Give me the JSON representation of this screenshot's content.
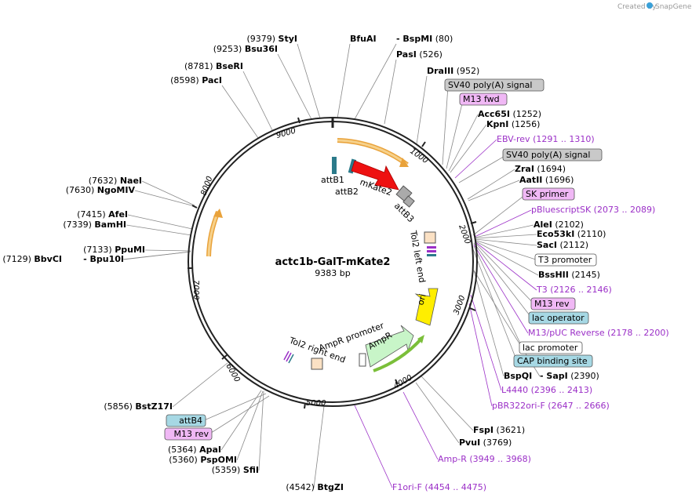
{
  "branding": {
    "created_by": "Created by",
    "app_name": "SnapGene"
  },
  "plasmid": {
    "name": "actc1b-GalT-mKate2",
    "length_label": "9383 bp"
  },
  "colors": {
    "ring": "#222222",
    "purple": "#9b2fc7",
    "mkate2": "#ee1111",
    "ori": "#ffee00",
    "ampr": "#c8f5c8",
    "orange_arrow": "#e9a23a",
    "green_arrow": "#7bbf3a",
    "gray_box": "#c9c9c9",
    "pink_box": "#f0b8f5",
    "blue_box": "#a6d8e4",
    "white_box": "#ffffff"
  },
  "ticks": [
    {
      "label": "1000"
    },
    {
      "label": "2000"
    },
    {
      "label": "3000"
    },
    {
      "label": "4000"
    },
    {
      "label": "5000"
    },
    {
      "label": "6000"
    },
    {
      "label": "7000"
    },
    {
      "label": "8000"
    },
    {
      "label": "9000"
    }
  ],
  "labels": [
    {
      "name": "StyI",
      "pos": "(9379)",
      "bold": true
    },
    {
      "name": "Bsu36I",
      "pos": "(9253)",
      "bold": true
    },
    {
      "name": "BseRI",
      "pos": "(8781)",
      "bold": true
    },
    {
      "name": "PacI",
      "pos": "(8598)",
      "bold": true
    },
    {
      "name": "BfuAI",
      "pos": "",
      "bold": true
    },
    {
      "name": "- BspMI",
      "pos": "(80)",
      "bold": true
    },
    {
      "name": "PasI",
      "pos": "(526)",
      "bold": true
    },
    {
      "name": "DraIII",
      "pos": "(952)",
      "bold": true
    },
    {
      "name": "SV40 poly(A) signal",
      "pos": "",
      "box": "gray"
    },
    {
      "name": "M13 fwd",
      "pos": "",
      "box": "pink"
    },
    {
      "name": "Acc65I",
      "pos": "(1252)",
      "bold": true
    },
    {
      "name": "KpnI",
      "pos": "(1256)",
      "bold": true
    },
    {
      "name": "EBV-rev",
      "pos": "(1291 .. 1310)",
      "purple": true
    },
    {
      "name": "SV40 poly(A) signal",
      "pos": "",
      "box": "gray"
    },
    {
      "name": "ZraI",
      "pos": "(1694)",
      "bold": true
    },
    {
      "name": "AatII",
      "pos": "(1696)",
      "bold": true
    },
    {
      "name": "SK primer",
      "pos": "",
      "box": "pink"
    },
    {
      "name": "pBluescriptSK",
      "pos": "(2073 .. 2089)",
      "purple": true
    },
    {
      "name": "AleI",
      "pos": "(2102)",
      "bold": true
    },
    {
      "name": "Eco53kI",
      "pos": "(2110)",
      "bold": true
    },
    {
      "name": "SacI",
      "pos": "(2112)",
      "bold": true
    },
    {
      "name": "T3 promoter",
      "pos": "",
      "box": "white"
    },
    {
      "name": "BssHII",
      "pos": "(2145)",
      "bold": true
    },
    {
      "name": "T3",
      "pos": "(2126 .. 2146)",
      "purple": true
    },
    {
      "name": "M13 rev",
      "pos": "",
      "box": "pink"
    },
    {
      "name": "lac operator",
      "pos": "",
      "box": "blue"
    },
    {
      "name": "M13/pUC Reverse",
      "pos": "(2178 .. 2200)",
      "purple": true
    },
    {
      "name": "lac promoter",
      "pos": "",
      "box": "white"
    },
    {
      "name": "CAP binding site",
      "pos": "",
      "box": "blue"
    },
    {
      "name": "BspQI",
      "pos": "",
      "bold": true
    },
    {
      "name": "- SapI",
      "pos": "(2390)",
      "bold": true
    },
    {
      "name": "L4440",
      "pos": "(2396 .. 2413)",
      "purple": true
    },
    {
      "name": "pBR322ori-F",
      "pos": "(2647 .. 2666)",
      "purple": true
    },
    {
      "name": "FspI",
      "pos": "(3621)",
      "bold": true
    },
    {
      "name": "PvuI",
      "pos": "(3769)",
      "bold": true
    },
    {
      "name": "Amp-R",
      "pos": "(3949 .. 3968)",
      "purple": true
    },
    {
      "name": "F1ori-F",
      "pos": "(4454 .. 4475)",
      "purple": true
    },
    {
      "name": "BtgZI",
      "pos": "(4542)",
      "bold": true
    },
    {
      "name": "SfiI",
      "pos": "(5359)",
      "bold": true
    },
    {
      "name": "PspOMI",
      "pos": "(5360)",
      "bold": true
    },
    {
      "name": "ApaI",
      "pos": "(5364)",
      "bold": true
    },
    {
      "name": "M13 rev",
      "pos": "",
      "box": "pink"
    },
    {
      "name": "attB4",
      "pos": "",
      "box": "blue"
    },
    {
      "name": "BstZ17I",
      "pos": "(5856)",
      "bold": true
    },
    {
      "name": "NaeI",
      "pos": "(7632)",
      "bold": true
    },
    {
      "name": "NgoMIV",
      "pos": "(7630)",
      "bold": true
    },
    {
      "name": "AfeI",
      "pos": "(7415)",
      "bold": true
    },
    {
      "name": "BamHI",
      "pos": "(7339)",
      "bold": true
    },
    {
      "name": "PpuMI",
      "pos": "(7133)",
      "bold": true
    },
    {
      "name": "BbvCI",
      "pos": "(7129)",
      "bold": true
    },
    {
      "name": "- Bpu10I",
      "pos": "",
      "bold": true
    }
  ],
  "features": [
    {
      "label": "attB1"
    },
    {
      "label": "attB2"
    },
    {
      "label": "mKate2"
    },
    {
      "label": "attB3"
    },
    {
      "label": "Tol2 left end"
    },
    {
      "label": "ori"
    },
    {
      "label": "AmpR"
    },
    {
      "label": "AmpR promoter"
    },
    {
      "label": "Tol2 right end"
    }
  ]
}
